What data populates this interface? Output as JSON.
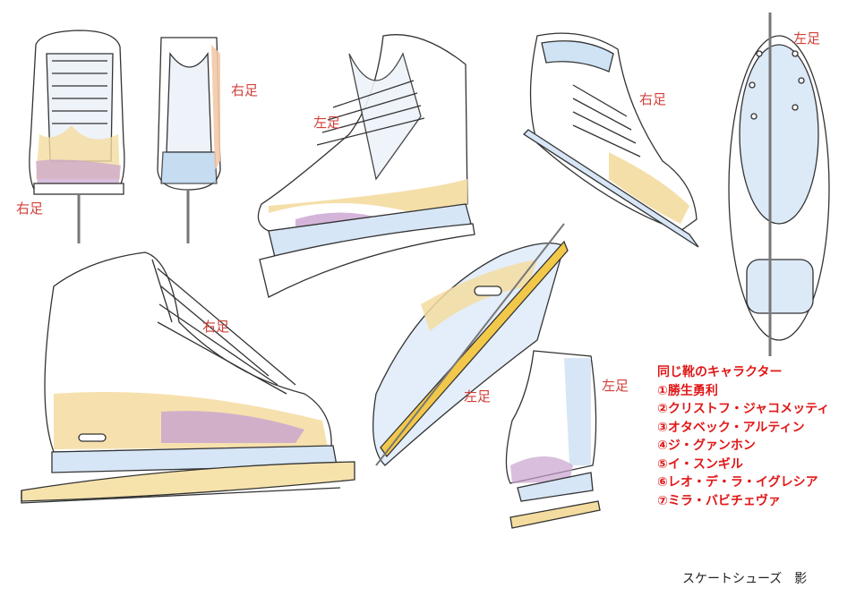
{
  "labels": {
    "right_foot": "右足",
    "left_foot": "左足"
  },
  "character_list": {
    "heading": "同じ靴のキャラクター",
    "items": [
      "①勝生勇利",
      "②クリストフ・ジャコメッティ",
      "③オタベック・アルティン",
      "④ジ・グァンホン",
      "⑤イ・スンギル",
      "⑥レオ・デ・ラ・イグレシア",
      "⑦ミラ・バビチェヴァ"
    ]
  },
  "caption": "スケートシューズ　影",
  "colors": {
    "label_red": "#d2403a",
    "list_red": "#e01818",
    "shade_yellow": "#f2c84b",
    "shade_purple": "#b07ab8",
    "shade_blue": "#9fc3e8"
  }
}
